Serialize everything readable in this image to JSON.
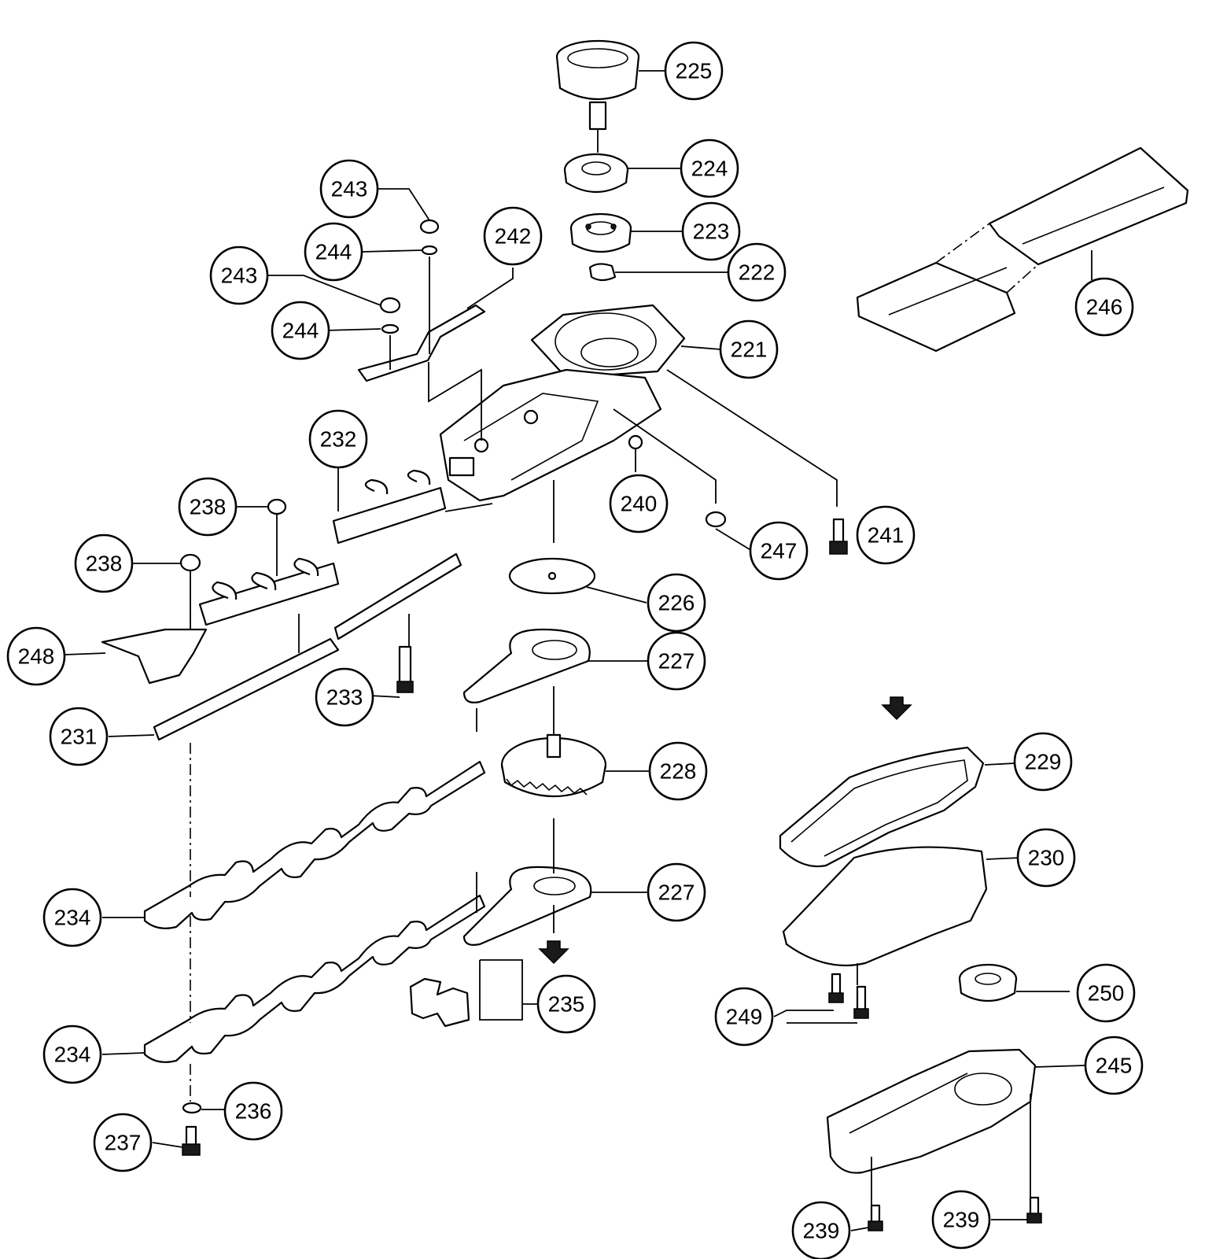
{
  "diagram": {
    "callouts": [
      {
        "id": "c225",
        "label": "225"
      },
      {
        "id": "c224",
        "label": "224"
      },
      {
        "id": "c223",
        "label": "223"
      },
      {
        "id": "c222",
        "label": "222"
      },
      {
        "id": "c221",
        "label": "221"
      },
      {
        "id": "c246",
        "label": "246"
      },
      {
        "id": "c243a",
        "label": "243"
      },
      {
        "id": "c244a",
        "label": "244"
      },
      {
        "id": "c242",
        "label": "242"
      },
      {
        "id": "c243b",
        "label": "243"
      },
      {
        "id": "c244b",
        "label": "244"
      },
      {
        "id": "c232",
        "label": "232"
      },
      {
        "id": "c238a",
        "label": "238"
      },
      {
        "id": "c238b",
        "label": "238"
      },
      {
        "id": "c240",
        "label": "240"
      },
      {
        "id": "c247",
        "label": "247"
      },
      {
        "id": "c241",
        "label": "241"
      },
      {
        "id": "c226",
        "label": "226"
      },
      {
        "id": "c248",
        "label": "248"
      },
      {
        "id": "c227a",
        "label": "227"
      },
      {
        "id": "c233",
        "label": "233"
      },
      {
        "id": "c231",
        "label": "231"
      },
      {
        "id": "c228",
        "label": "228"
      },
      {
        "id": "c229",
        "label": "229"
      },
      {
        "id": "c230",
        "label": "230"
      },
      {
        "id": "c234a",
        "label": "234"
      },
      {
        "id": "c227b",
        "label": "227"
      },
      {
        "id": "c235",
        "label": "235"
      },
      {
        "id": "c250",
        "label": "250"
      },
      {
        "id": "c249",
        "label": "249"
      },
      {
        "id": "c234b",
        "label": "234"
      },
      {
        "id": "c245",
        "label": "245"
      },
      {
        "id": "c236",
        "label": "236"
      },
      {
        "id": "c237",
        "label": "237"
      },
      {
        "id": "c239a",
        "label": "239"
      },
      {
        "id": "c239b",
        "label": "239"
      }
    ]
  }
}
